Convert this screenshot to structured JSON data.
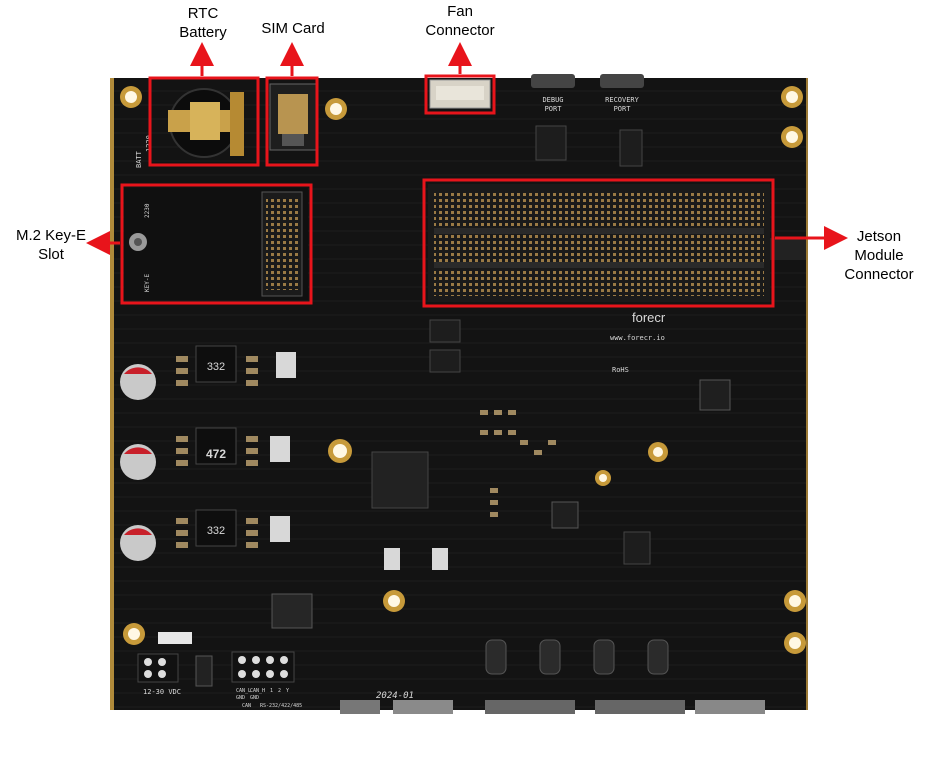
{
  "labels": {
    "rtc_battery": [
      "RTC",
      "Battery"
    ],
    "sim_card": "SIM Card",
    "fan_connector": [
      "Fan",
      "Connector"
    ],
    "m2_slot": [
      "M.2 Key-E",
      "Slot"
    ],
    "jetson_connector": [
      "Jetson",
      "Module",
      "Connector"
    ]
  },
  "silkscreen": {
    "debug_port": [
      "DEBUG",
      "PORT"
    ],
    "recovery_port": [
      "RECOVERY",
      "PORT"
    ],
    "brand": "forecr",
    "url": "www.forecr.io",
    "rohs": "RoHS",
    "inductor_1": "332",
    "inductor_2": "472",
    "inductor_3": "332",
    "battery_type": "1220",
    "battery_label": "BATT",
    "m2_size": "2230",
    "m2_key": "KEY-E",
    "power_input": "12-30 VDC",
    "date_code": "2024-01",
    "can_labels": [
      "CAN_L",
      "CAN_H",
      "1",
      "2",
      "Y"
    ],
    "can_sub": [
      "GND",
      "GND"
    ],
    "bus_labels": [
      "CAN",
      "RS-232/422/485"
    ]
  },
  "colors": {
    "highlight": "#e8141b",
    "board": "#141414",
    "text": "#000000"
  }
}
